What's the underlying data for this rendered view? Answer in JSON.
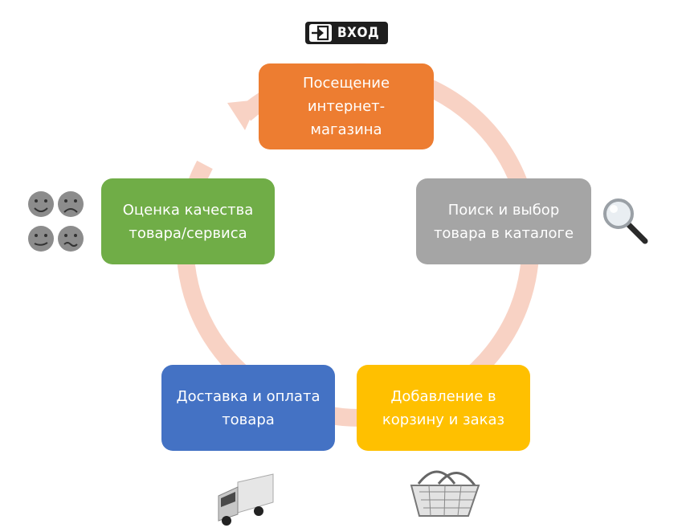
{
  "login_badge": {
    "label": "ВХОД",
    "icon": "login-door-icon"
  },
  "steps": [
    {
      "id": "visit",
      "label": "Посещение\nинтернет-\nмагазина",
      "color": "#ed7d31"
    },
    {
      "id": "search",
      "label": "Поиск и выбор\nтовара в каталоге",
      "color": "#a5a5a5"
    },
    {
      "id": "cart",
      "label": "Добавление в\nкорзину и заказ",
      "color": "#ffc000"
    },
    {
      "id": "deliv",
      "label": "Доставка и оплата\nтовара",
      "color": "#4472c4"
    },
    {
      "id": "rate",
      "label": "Оценка качества\nтовара/сервиса",
      "color": "#70ad47"
    }
  ],
  "cycle_ring_color": "#f8d2c4",
  "icons": {
    "search": "magnifier-icon",
    "cart": "shopping-basket-icon",
    "delivery": "delivery-truck-icon",
    "rating": "smiley-faces-icon"
  }
}
